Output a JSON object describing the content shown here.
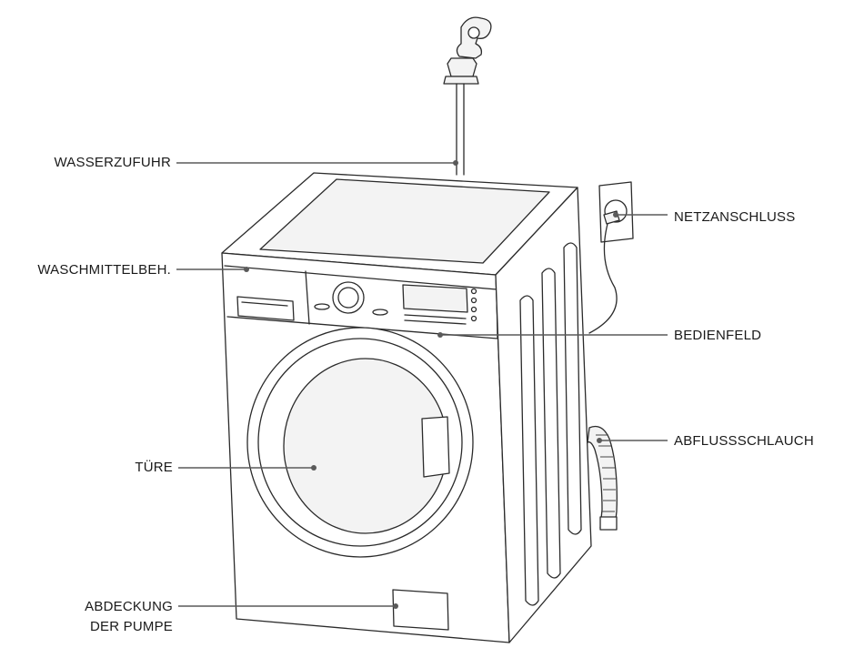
{
  "labels": {
    "water_supply": "WASSERZUFUHR",
    "detergent_drawer": "WASCHMITTELBEH.",
    "door": "TÜRE",
    "pump_cover_line1": "ABDECKUNG",
    "pump_cover_line2": "DER PUMPE",
    "power_plug": "NETZANSCHLUSS",
    "control_panel": "BEDIENFELD",
    "drain_hose": "ABFLUSSSCHLAUCH"
  }
}
